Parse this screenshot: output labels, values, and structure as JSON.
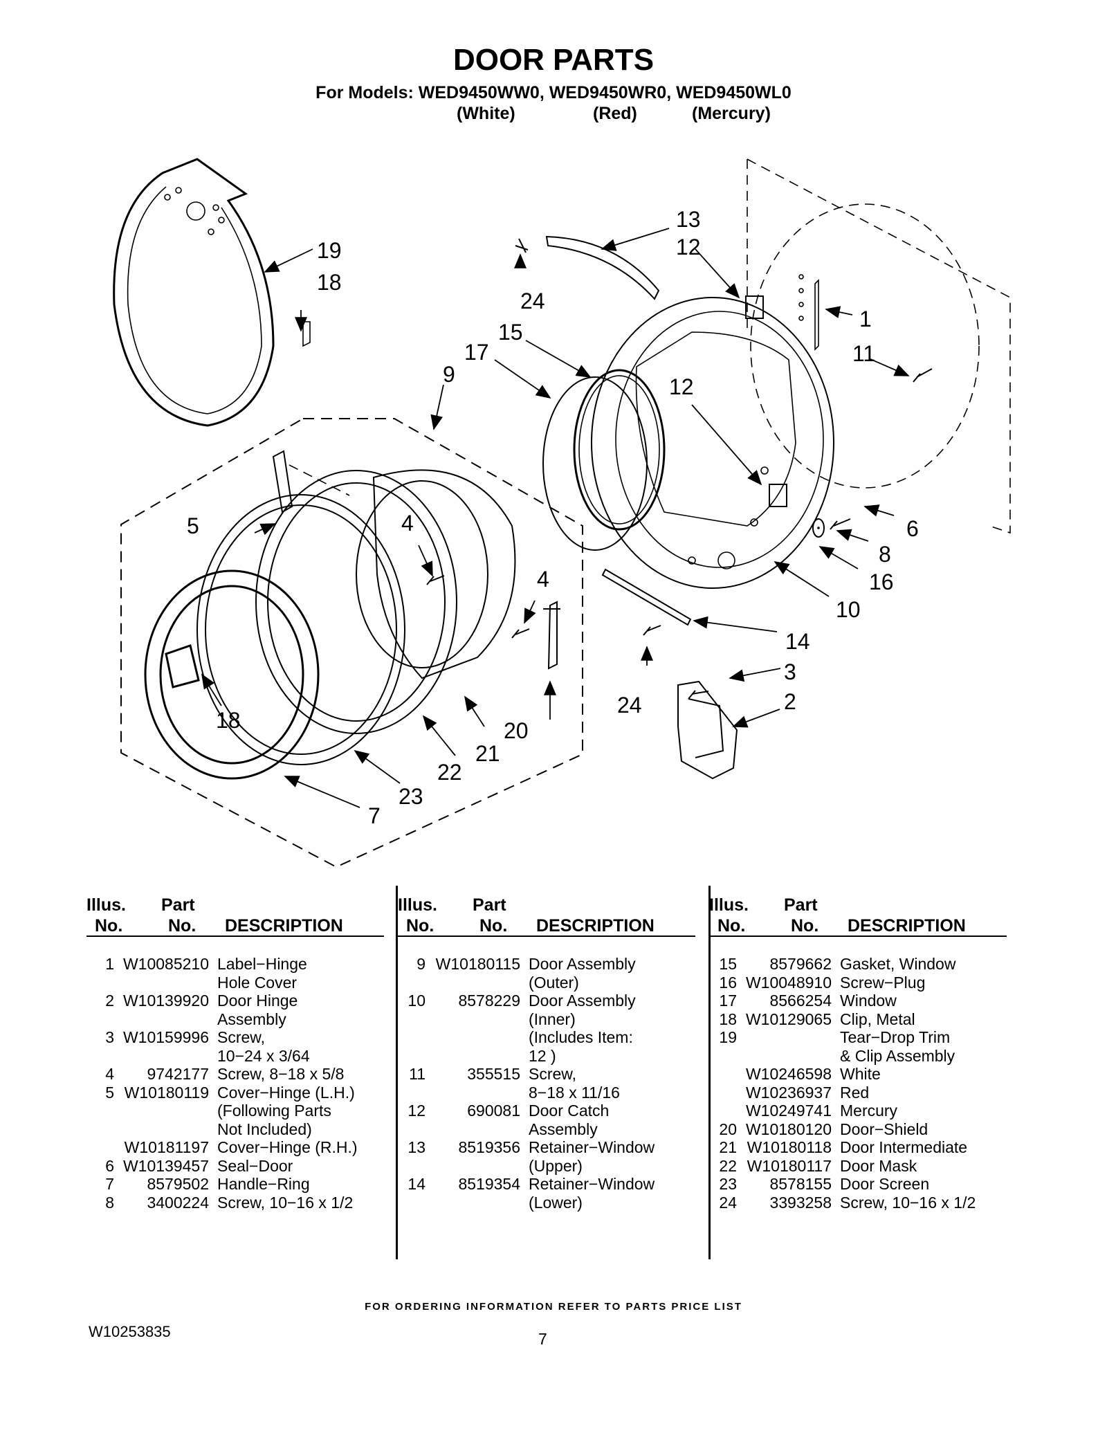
{
  "header": {
    "title": "DOOR PARTS",
    "subtitle": "For Models: WED9450WW0, WED9450WR0, WED9450WL0",
    "colors": [
      "(White)",
      "(Red)",
      "(Mercury)"
    ]
  },
  "diagram": {
    "callouts": [
      "1",
      "2",
      "3",
      "4",
      "4",
      "5",
      "6",
      "7",
      "8",
      "9",
      "10",
      "11",
      "12",
      "12",
      "13",
      "14",
      "15",
      "16",
      "17",
      "18",
      "18",
      "19",
      "20",
      "21",
      "22",
      "23",
      "24",
      "24"
    ]
  },
  "table": {
    "headers": {
      "illus_line1": "Illus.",
      "illus_line2": "No.",
      "part_line1": "Part",
      "part_line2": "No.",
      "description": "DESCRIPTION"
    },
    "columns": [
      [
        {
          "no": "1",
          "part": "W10085210",
          "desc": "Label−Hinge\nHole Cover"
        },
        {
          "no": "2",
          "part": "W10139920",
          "desc": "Door Hinge\nAssembly"
        },
        {
          "no": "3",
          "part": "W10159996",
          "desc": "Screw,\n10−24 x 3/64"
        },
        {
          "no": "4",
          "part": "9742177",
          "desc": "Screw, 8−18 x 5/8"
        },
        {
          "no": "5",
          "part": "W10180119",
          "desc": "Cover−Hinge (L.H.)\n(Following Parts\n Not Included)"
        },
        {
          "no": "",
          "part": "W10181197",
          "desc": "Cover−Hinge (R.H.)"
        },
        {
          "no": "6",
          "part": "W10139457",
          "desc": "Seal−Door"
        },
        {
          "no": "7",
          "part": "8579502",
          "desc": "Handle−Ring"
        },
        {
          "no": "8",
          "part": "3400224",
          "desc": "Screw, 10−16 x 1/2"
        }
      ],
      [
        {
          "no": "9",
          "part": "W10180115",
          "desc": "Door Assembly\n(Outer)"
        },
        {
          "no": "10",
          "part": "8578229",
          "desc": "Door Assembly\n(Inner)\n(Includes Item:\n 12 )"
        },
        {
          "no": "11",
          "part": "355515",
          "desc": "Screw,\n8−18 x 11/16"
        },
        {
          "no": "12",
          "part": "690081",
          "desc": "Door Catch\nAssembly"
        },
        {
          "no": "13",
          "part": "8519356",
          "desc": "Retainer−Window\n(Upper)"
        },
        {
          "no": "14",
          "part": "8519354",
          "desc": "Retainer−Window\n(Lower)"
        }
      ],
      [
        {
          "no": "15",
          "part": "8579662",
          "desc": "Gasket, Window"
        },
        {
          "no": "16",
          "part": "W10048910",
          "desc": "Screw−Plug"
        },
        {
          "no": "17",
          "part": "8566254",
          "desc": "Window"
        },
        {
          "no": "18",
          "part": "W10129065",
          "desc": "Clip, Metal"
        },
        {
          "no": "19",
          "part": "",
          "desc": "Tear−Drop Trim\n& Clip Assembly"
        },
        {
          "no": "",
          "part": "W10246598",
          "desc": "White"
        },
        {
          "no": "",
          "part": "W10236937",
          "desc": "Red"
        },
        {
          "no": "",
          "part": "W10249741",
          "desc": "Mercury"
        },
        {
          "no": "20",
          "part": "W10180120",
          "desc": "Door−Shield"
        },
        {
          "no": "21",
          "part": "W10180118",
          "desc": "Door Intermediate"
        },
        {
          "no": "22",
          "part": "W10180117",
          "desc": "Door Mask"
        },
        {
          "no": "23",
          "part": "8578155",
          "desc": "Door Screen"
        },
        {
          "no": "24",
          "part": "3393258",
          "desc": "Screw, 10−16 x 1/2"
        }
      ]
    ]
  },
  "footer": {
    "note": "FOR ORDERING INFORMATION REFER TO PARTS PRICE LIST",
    "doc_number": "W10253835",
    "page_number": "7"
  }
}
